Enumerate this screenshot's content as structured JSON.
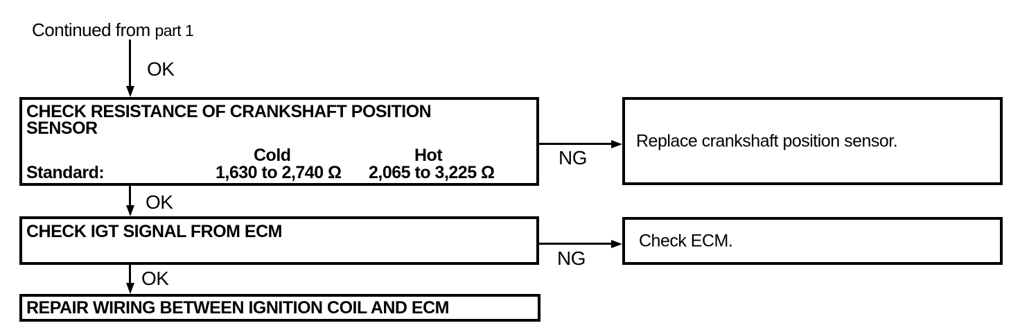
{
  "flowchart": {
    "entry": {
      "label": "Continued from",
      "label_suffix": "part 1"
    },
    "ok_label": "OK",
    "ng_label": "NG",
    "step1": {
      "title_line1": "CHECK RESISTANCE OF CRANKSHAFT POSITION",
      "title_line2": "SENSOR",
      "table": {
        "col_cold": "Cold",
        "col_hot": "Hot",
        "row_label": "Standard:",
        "cold_value": "1,630 to 2,740 Ω",
        "hot_value": "2,065 to 3,225 Ω"
      },
      "ng_action": "Replace crankshaft position sensor."
    },
    "step2": {
      "title": "CHECK IGT SIGNAL FROM ECM",
      "ng_action": "Check ECM."
    },
    "step3": {
      "title": "REPAIR WIRING BETWEEN IGNITION COIL AND ECM"
    }
  },
  "colors": {
    "line": "#000000",
    "background": "#ffffff"
  }
}
